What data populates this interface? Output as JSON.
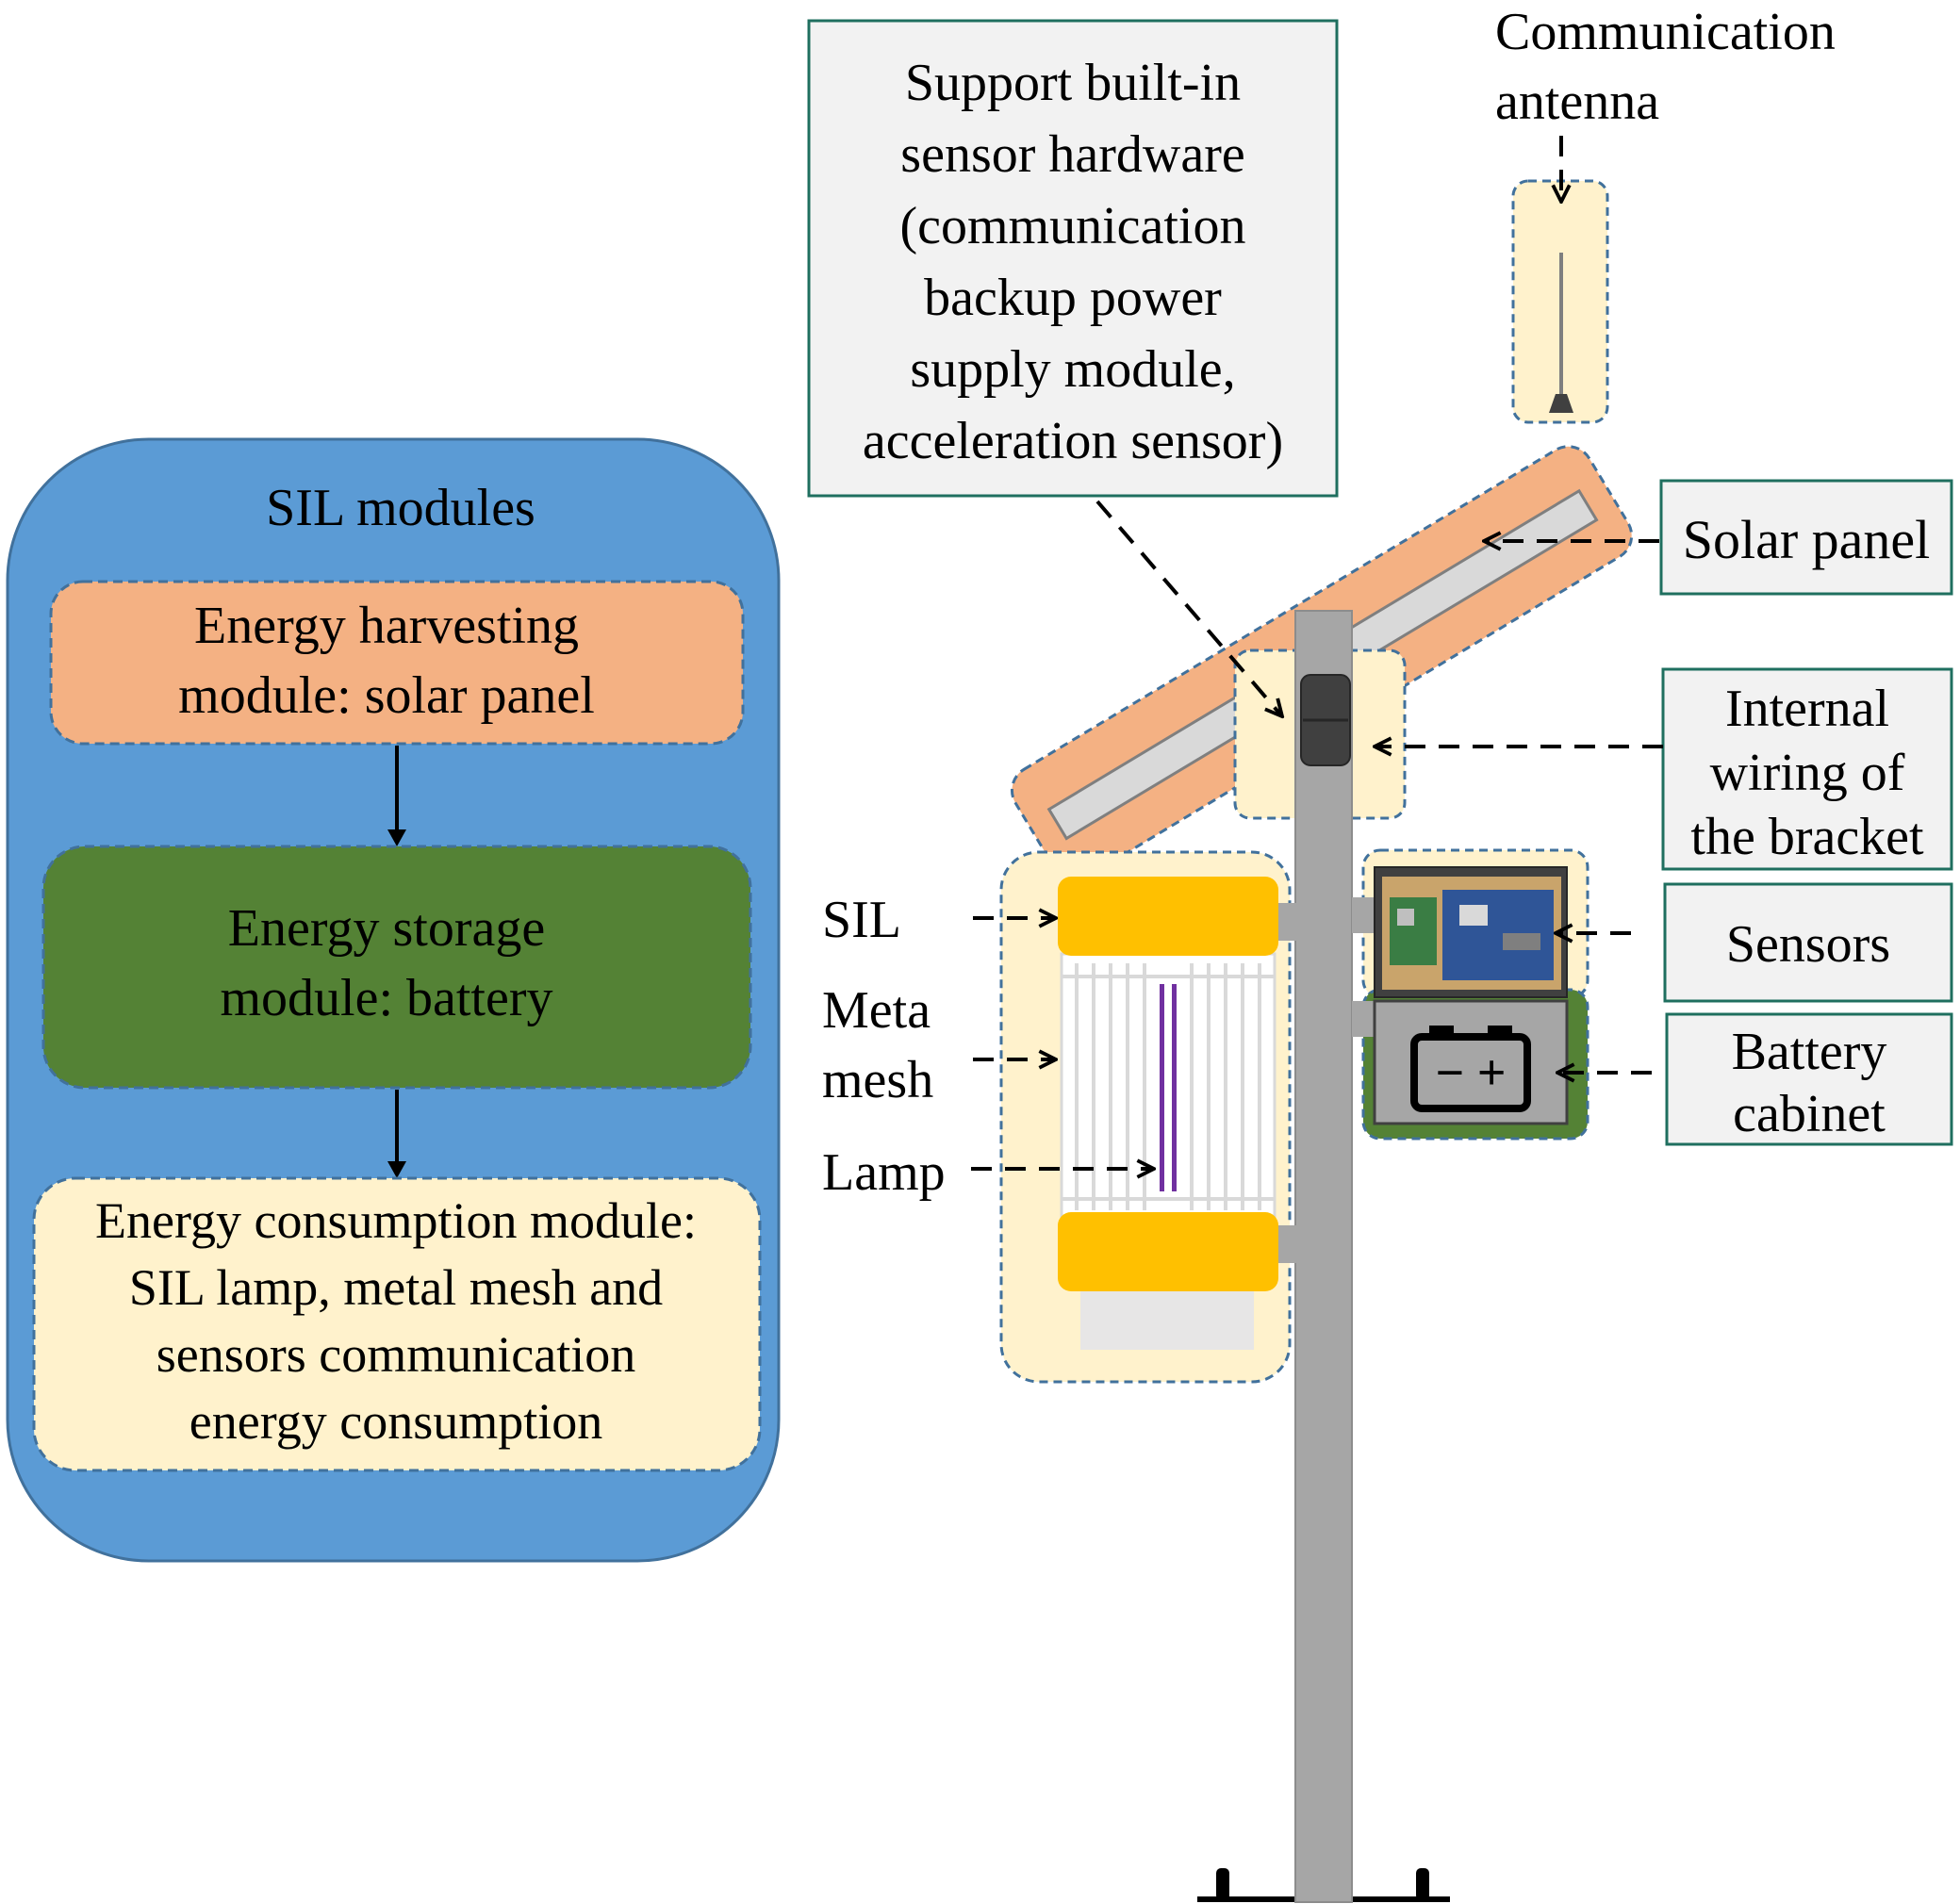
{
  "modules_panel": {
    "title": "SIL modules",
    "harvesting": [
      "Energy harvesting",
      "module: solar panel"
    ],
    "storage": [
      "Energy storage",
      "module: battery"
    ],
    "consumption": [
      "Energy consumption module:",
      "SIL lamp, metal mesh and",
      "sensors communication",
      "energy consumption"
    ]
  },
  "callouts": {
    "support_hardware": [
      "Support built-in",
      "sensor hardware",
      "(communication",
      "backup power",
      "supply module,",
      "acceleration sensor)"
    ],
    "antenna": [
      "Communication",
      "antenna"
    ],
    "solar_panel": [
      "Solar panel"
    ],
    "internal_wiring": [
      "Internal",
      "wiring of",
      "the bracket"
    ],
    "sensors": [
      "Sensors"
    ],
    "battery_cabinet": [
      "Battery",
      "cabinet"
    ]
  },
  "lamp_labels": {
    "sil": "SIL",
    "meta_mesh": [
      "Meta",
      "mesh"
    ],
    "lamp": "Lamp"
  },
  "battery_symbol": "− +",
  "colors": {
    "panel_blue": "#5b9bd5",
    "harvest_orange": "#f4b183",
    "storage_green": "#548235",
    "consumption_cream": "#fff2cc",
    "callout_border": "#1f6f5f",
    "callout_fill": "#f2f2f2",
    "pole_gray": "#a6a6a6",
    "lamp_yellow": "#ffc000",
    "lamp_purple": "#7030a0"
  }
}
